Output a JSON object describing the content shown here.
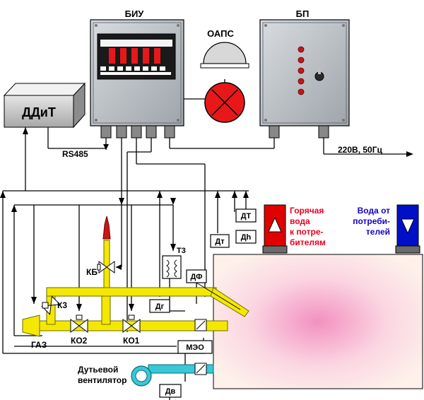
{
  "labels": {
    "biu": "БИУ",
    "bp": "БП",
    "oaps": "ОАПС",
    "ddit": "ДДиТ",
    "rs485": "RS485",
    "power": "220В, 50Гц",
    "hot_water": [
      "Горячая",
      "вода",
      "к потре-",
      "бителям"
    ],
    "water_from": [
      "Вода от",
      "потреби-",
      "телей"
    ],
    "gas": "ГАЗ",
    "ko2": "КО2",
    "ko1": "КО1",
    "kb": "КБ",
    "k3": "К3",
    "tz": "Т3",
    "df": "ДФ",
    "dg": "Дг",
    "dt_small": "Дт",
    "dt": "ДТ",
    "dh": "Дh",
    "meo": "МЭО",
    "fan": [
      "Дутьевой",
      "вентилятор"
    ],
    "dv": "Дв"
  },
  "colors": {
    "hot_water_text": "#e8001c",
    "cold_water_text": "#1400c8",
    "gas_pipe": "#f5e800",
    "air_pipe": "#38c8d8",
    "boiler_center": "#f6a0c8",
    "lamp_red": "#e81818",
    "hot_pipe": "#e00000",
    "cold_pipe": "#0010c8",
    "cabinet": "#bfc4c8"
  }
}
